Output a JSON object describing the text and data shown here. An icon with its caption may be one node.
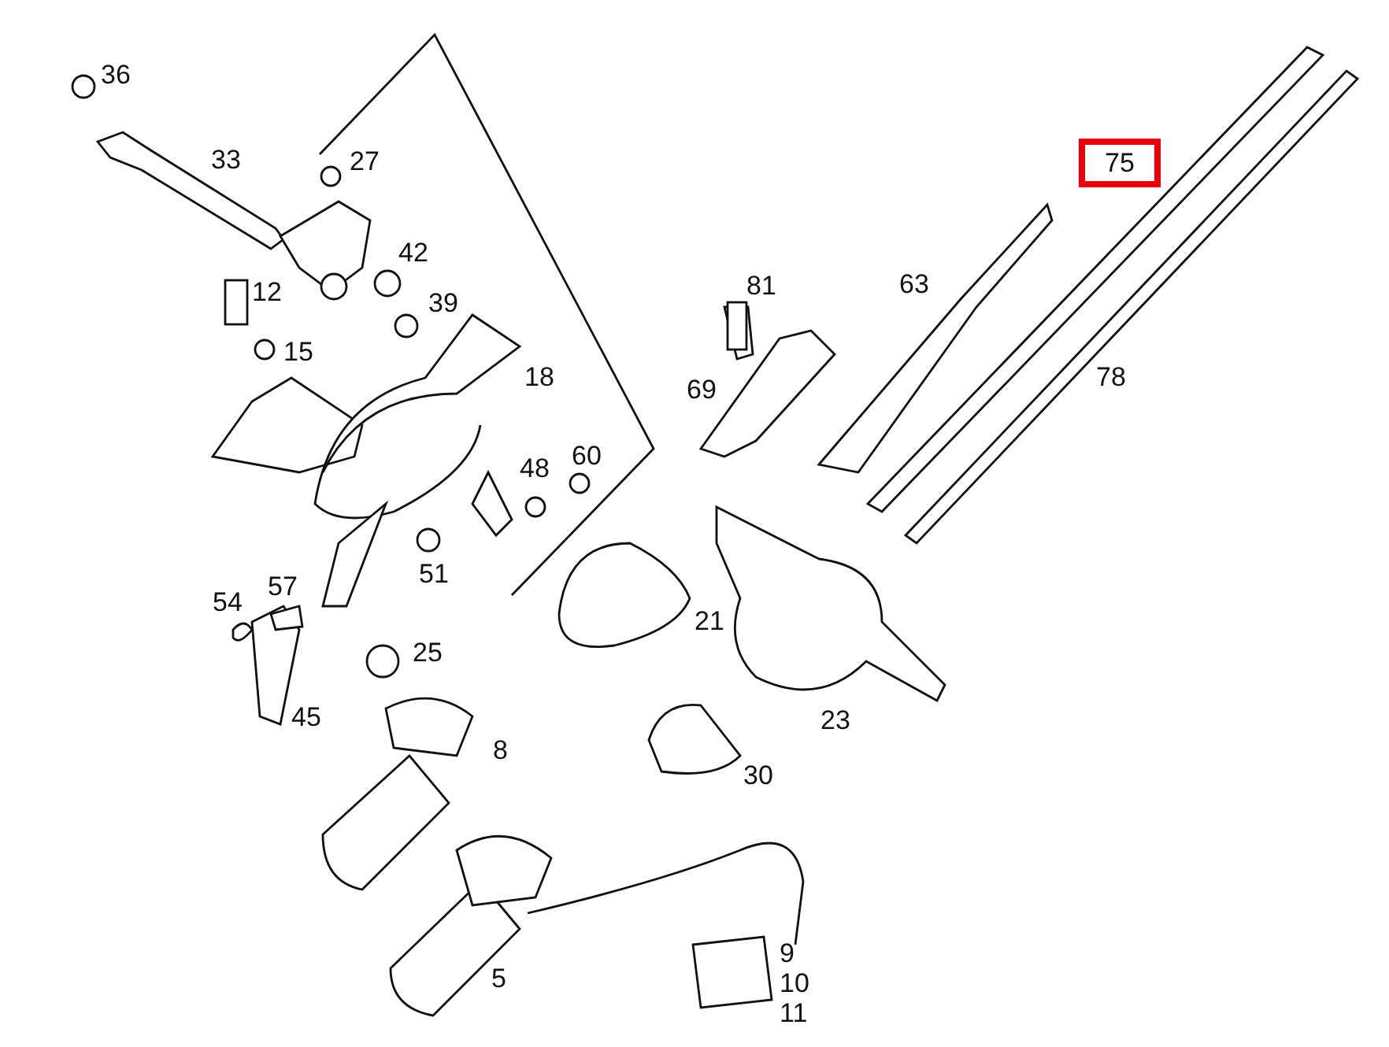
{
  "diagram": {
    "nodes": [
      {
        "text": [
          "75"
        ]
      }
    ],
    "edges": [],
    "labels": [
      "36",
      "33",
      "27",
      "42",
      "63",
      "81",
      "12",
      "39",
      "15",
      "18",
      "78",
      "69",
      "60",
      "48",
      "51",
      "57",
      "54",
      "21",
      "25",
      "45",
      "23",
      "8",
      "30",
      "9",
      "5",
      "10",
      "11"
    ]
  }
}
